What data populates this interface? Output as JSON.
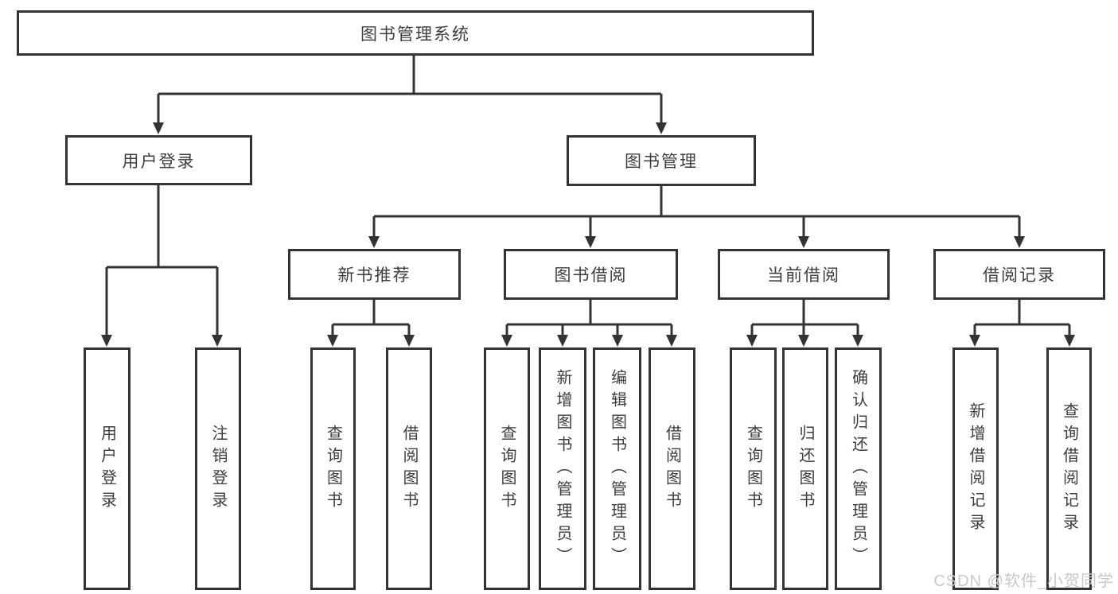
{
  "tree": {
    "label": "图书管理系统",
    "children": [
      {
        "label": "用户登录",
        "children": [
          {
            "label": "用户登录"
          },
          {
            "label": "注销登录"
          }
        ]
      },
      {
        "label": "图书管理",
        "children": [
          {
            "label": "新书推荐",
            "children": [
              {
                "label": "查询图书"
              },
              {
                "label": "借阅图书"
              }
            ]
          },
          {
            "label": "图书借阅",
            "children": [
              {
                "label": "查询图书"
              },
              {
                "label": "新增图书（管理员）"
              },
              {
                "label": "编辑图书（管理员）"
              },
              {
                "label": "借阅图书"
              }
            ]
          },
          {
            "label": "当前借阅",
            "children": [
              {
                "label": "查询图书"
              },
              {
                "label": "归还图书"
              },
              {
                "label": "确认归还（管理员）"
              }
            ]
          },
          {
            "label": "借阅记录",
            "children": [
              {
                "label": "新增借阅记录"
              },
              {
                "label": "查询借阅记录"
              }
            ]
          }
        ]
      }
    ]
  },
  "watermark": {
    "text": "CSDN @软件_小贺同学"
  },
  "colors": {
    "line": "#333333",
    "node_border": "#333333",
    "node_text": "#3d3d3d",
    "watermark": "#c9c9c9",
    "background": "#ffffff"
  }
}
